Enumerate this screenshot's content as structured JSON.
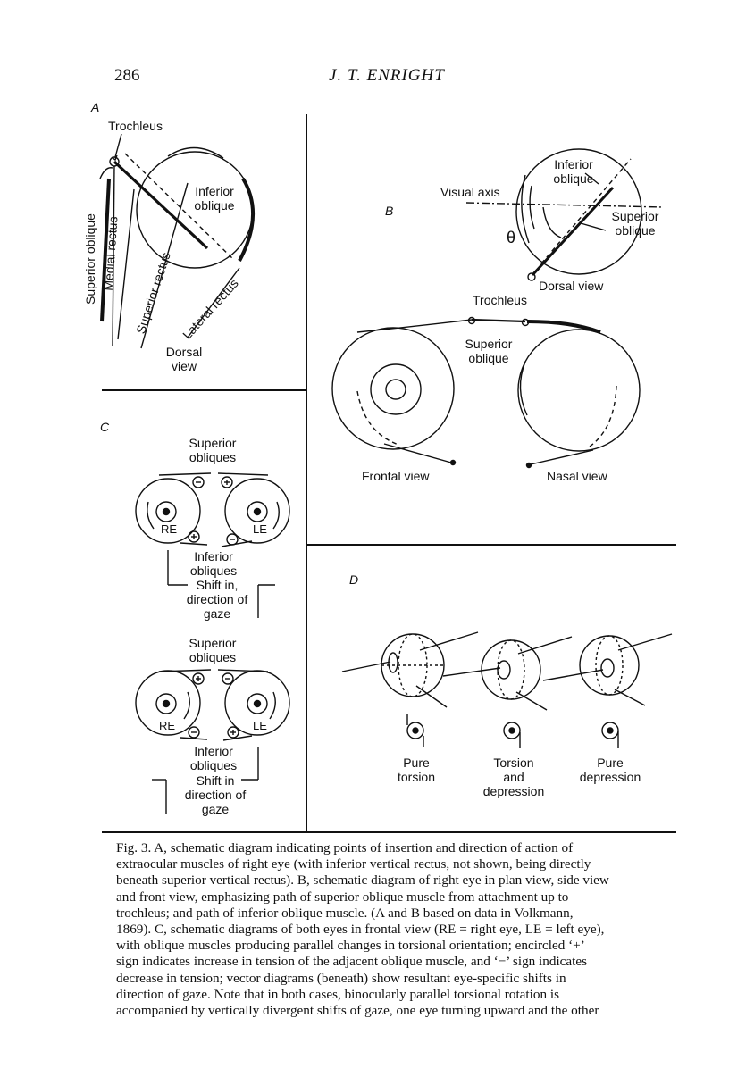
{
  "header": {
    "page_number": "286",
    "running_title": "J. T. ENRIGHT"
  },
  "figure": {
    "panel_a": {
      "letter": "A",
      "trochleus": "Trochleus",
      "inferior_oblique": [
        "Inferior",
        "oblique"
      ],
      "superior_oblique": "Superior oblique",
      "medial_rectus": "Medial rectus",
      "superior_rectus": "Superior rectus",
      "lateral_rectus": "Lateral rectus",
      "view": [
        "Dorsal",
        "view"
      ]
    },
    "panel_b": {
      "letter": "B",
      "inferior_oblique": [
        "Inferior",
        "oblique"
      ],
      "visual_axis": "Visual axis",
      "superior_oblique_top": [
        "Superior",
        "oblique"
      ],
      "theta": "θ",
      "dorsal_view": "Dorsal view",
      "trochleus": "Trochleus",
      "superior_oblique_mid": [
        "Superior",
        "oblique"
      ],
      "frontal_view": "Frontal view",
      "nasal_view": "Nasal view"
    },
    "panel_c": {
      "letter": "C",
      "top": {
        "superior_obliques": [
          "Superior",
          "obliques"
        ],
        "re": "RE",
        "le": "LE",
        "inferior_obliques": [
          "Inferior",
          "obliques"
        ],
        "shift": [
          "Shift in,",
          "direction of",
          "gaze"
        ]
      },
      "bottom": {
        "superior_obliques": [
          "Superior",
          "obliques"
        ],
        "re": "RE",
        "le": "LE",
        "inferior_obliques": [
          "Inferior",
          "obliques"
        ],
        "shift": [
          "Shift in",
          "direction of",
          "gaze"
        ]
      }
    },
    "panel_d": {
      "letter": "D",
      "pure_torsion": [
        "Pure",
        "torsion"
      ],
      "torsion_depression": [
        "Torsion",
        "and",
        "depression"
      ],
      "pure_depression": [
        "Pure",
        "depression"
      ]
    }
  },
  "caption": {
    "lines": [
      "Fig. 3. A, schematic diagram indicating points of insertion and direction of action of",
      "extraocular muscles of right eye (with inferior vertical rectus, not shown, being directly",
      "beneath superior vertical rectus). B, schematic diagram of right eye in plan view, side view",
      "and front view, emphasizing path of superior oblique muscle from attachment up to",
      "trochleus; and path of inferior oblique muscle. (A and B based on data in Volkmann,",
      "1869). C, schematic diagrams of both eyes in frontal view (RE = right eye, LE = left eye),",
      "with oblique muscles producing parallel changes in torsional orientation; encircled ‘+’",
      "sign indicates increase in tension of the adjacent oblique muscle, and ‘−’ sign indicates",
      "decrease in tension; vector diagrams (beneath) show resultant eye-specific shifts in",
      "direction of gaze. Note that in both cases, binocularly parallel torsional rotation is",
      "accompanied by vertically divergent shifts of gaze, one eye turning upward and the other"
    ]
  }
}
